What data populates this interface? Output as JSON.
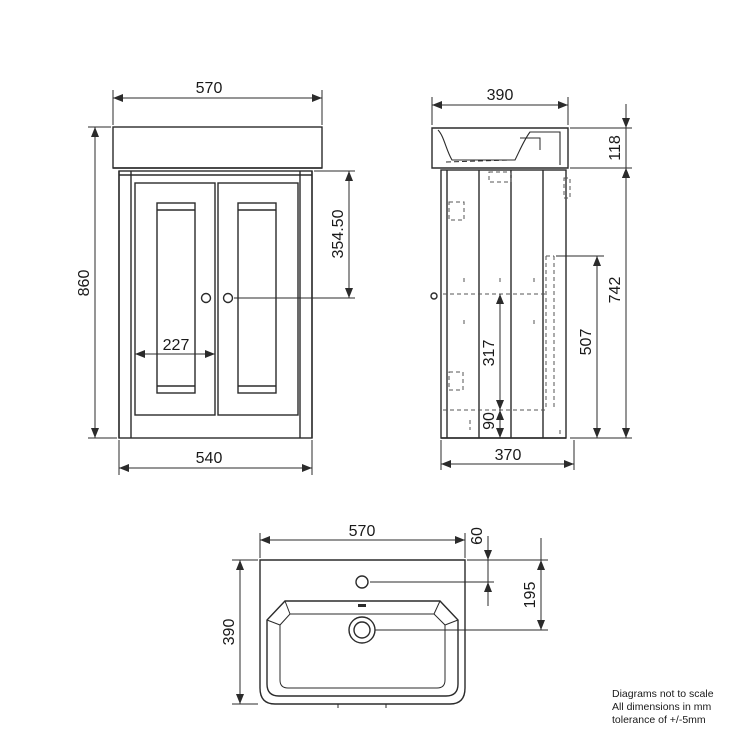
{
  "front_view": {
    "width_top": "570",
    "height_total": "860",
    "door_handle_height": "354.50",
    "door_panel_width": "227",
    "width_bottom": "540"
  },
  "side_view": {
    "depth_top": "390",
    "basin_height": "118",
    "cabinet_height": "742",
    "inner_height": "507",
    "shelf_height": "317",
    "plinth_height": "90",
    "depth_bottom": "370"
  },
  "top_view": {
    "width": "570",
    "depth": "390",
    "tap_hole_offset": "60",
    "waste_offset": "195"
  },
  "notes": {
    "line1": "Diagrams not to scale",
    "line2": "All dimensions in mm",
    "line3": "tolerance of +/-5mm"
  },
  "colors": {
    "line": "#2b2b2b",
    "hidden": "#555555"
  }
}
